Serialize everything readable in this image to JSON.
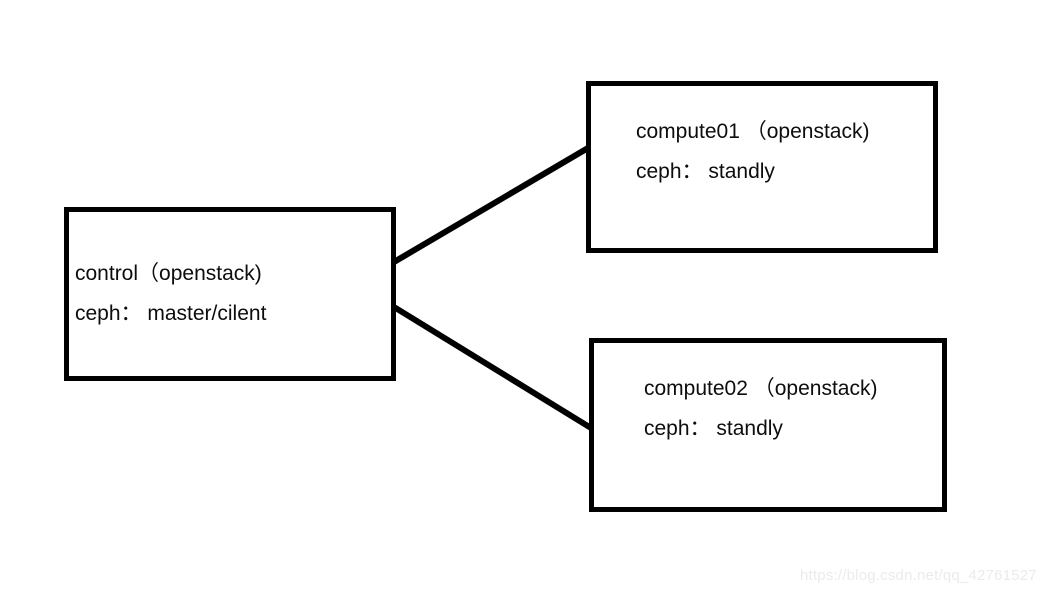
{
  "diagram": {
    "background_color": "#ffffff",
    "stroke_color": "#000000",
    "text_color": "#0d0d0d",
    "nodes": [
      {
        "id": "control",
        "line1": "control（openstack)",
        "line2": "ceph： master/cilent"
      },
      {
        "id": "compute01",
        "line1": "compute01 （openstack)",
        "line2": "ceph： standly"
      },
      {
        "id": "compute02",
        "line1": "compute02 （openstack)",
        "line2": "ceph： standly"
      }
    ],
    "edges": [
      {
        "id": "control-to-compute01",
        "from": "control",
        "to": "compute01"
      },
      {
        "id": "control-to-compute02",
        "from": "control",
        "to": "compute02"
      }
    ]
  },
  "watermark": {
    "text": "https://blog.csdn.net/qq_42761527",
    "color": "#ebebeb"
  }
}
